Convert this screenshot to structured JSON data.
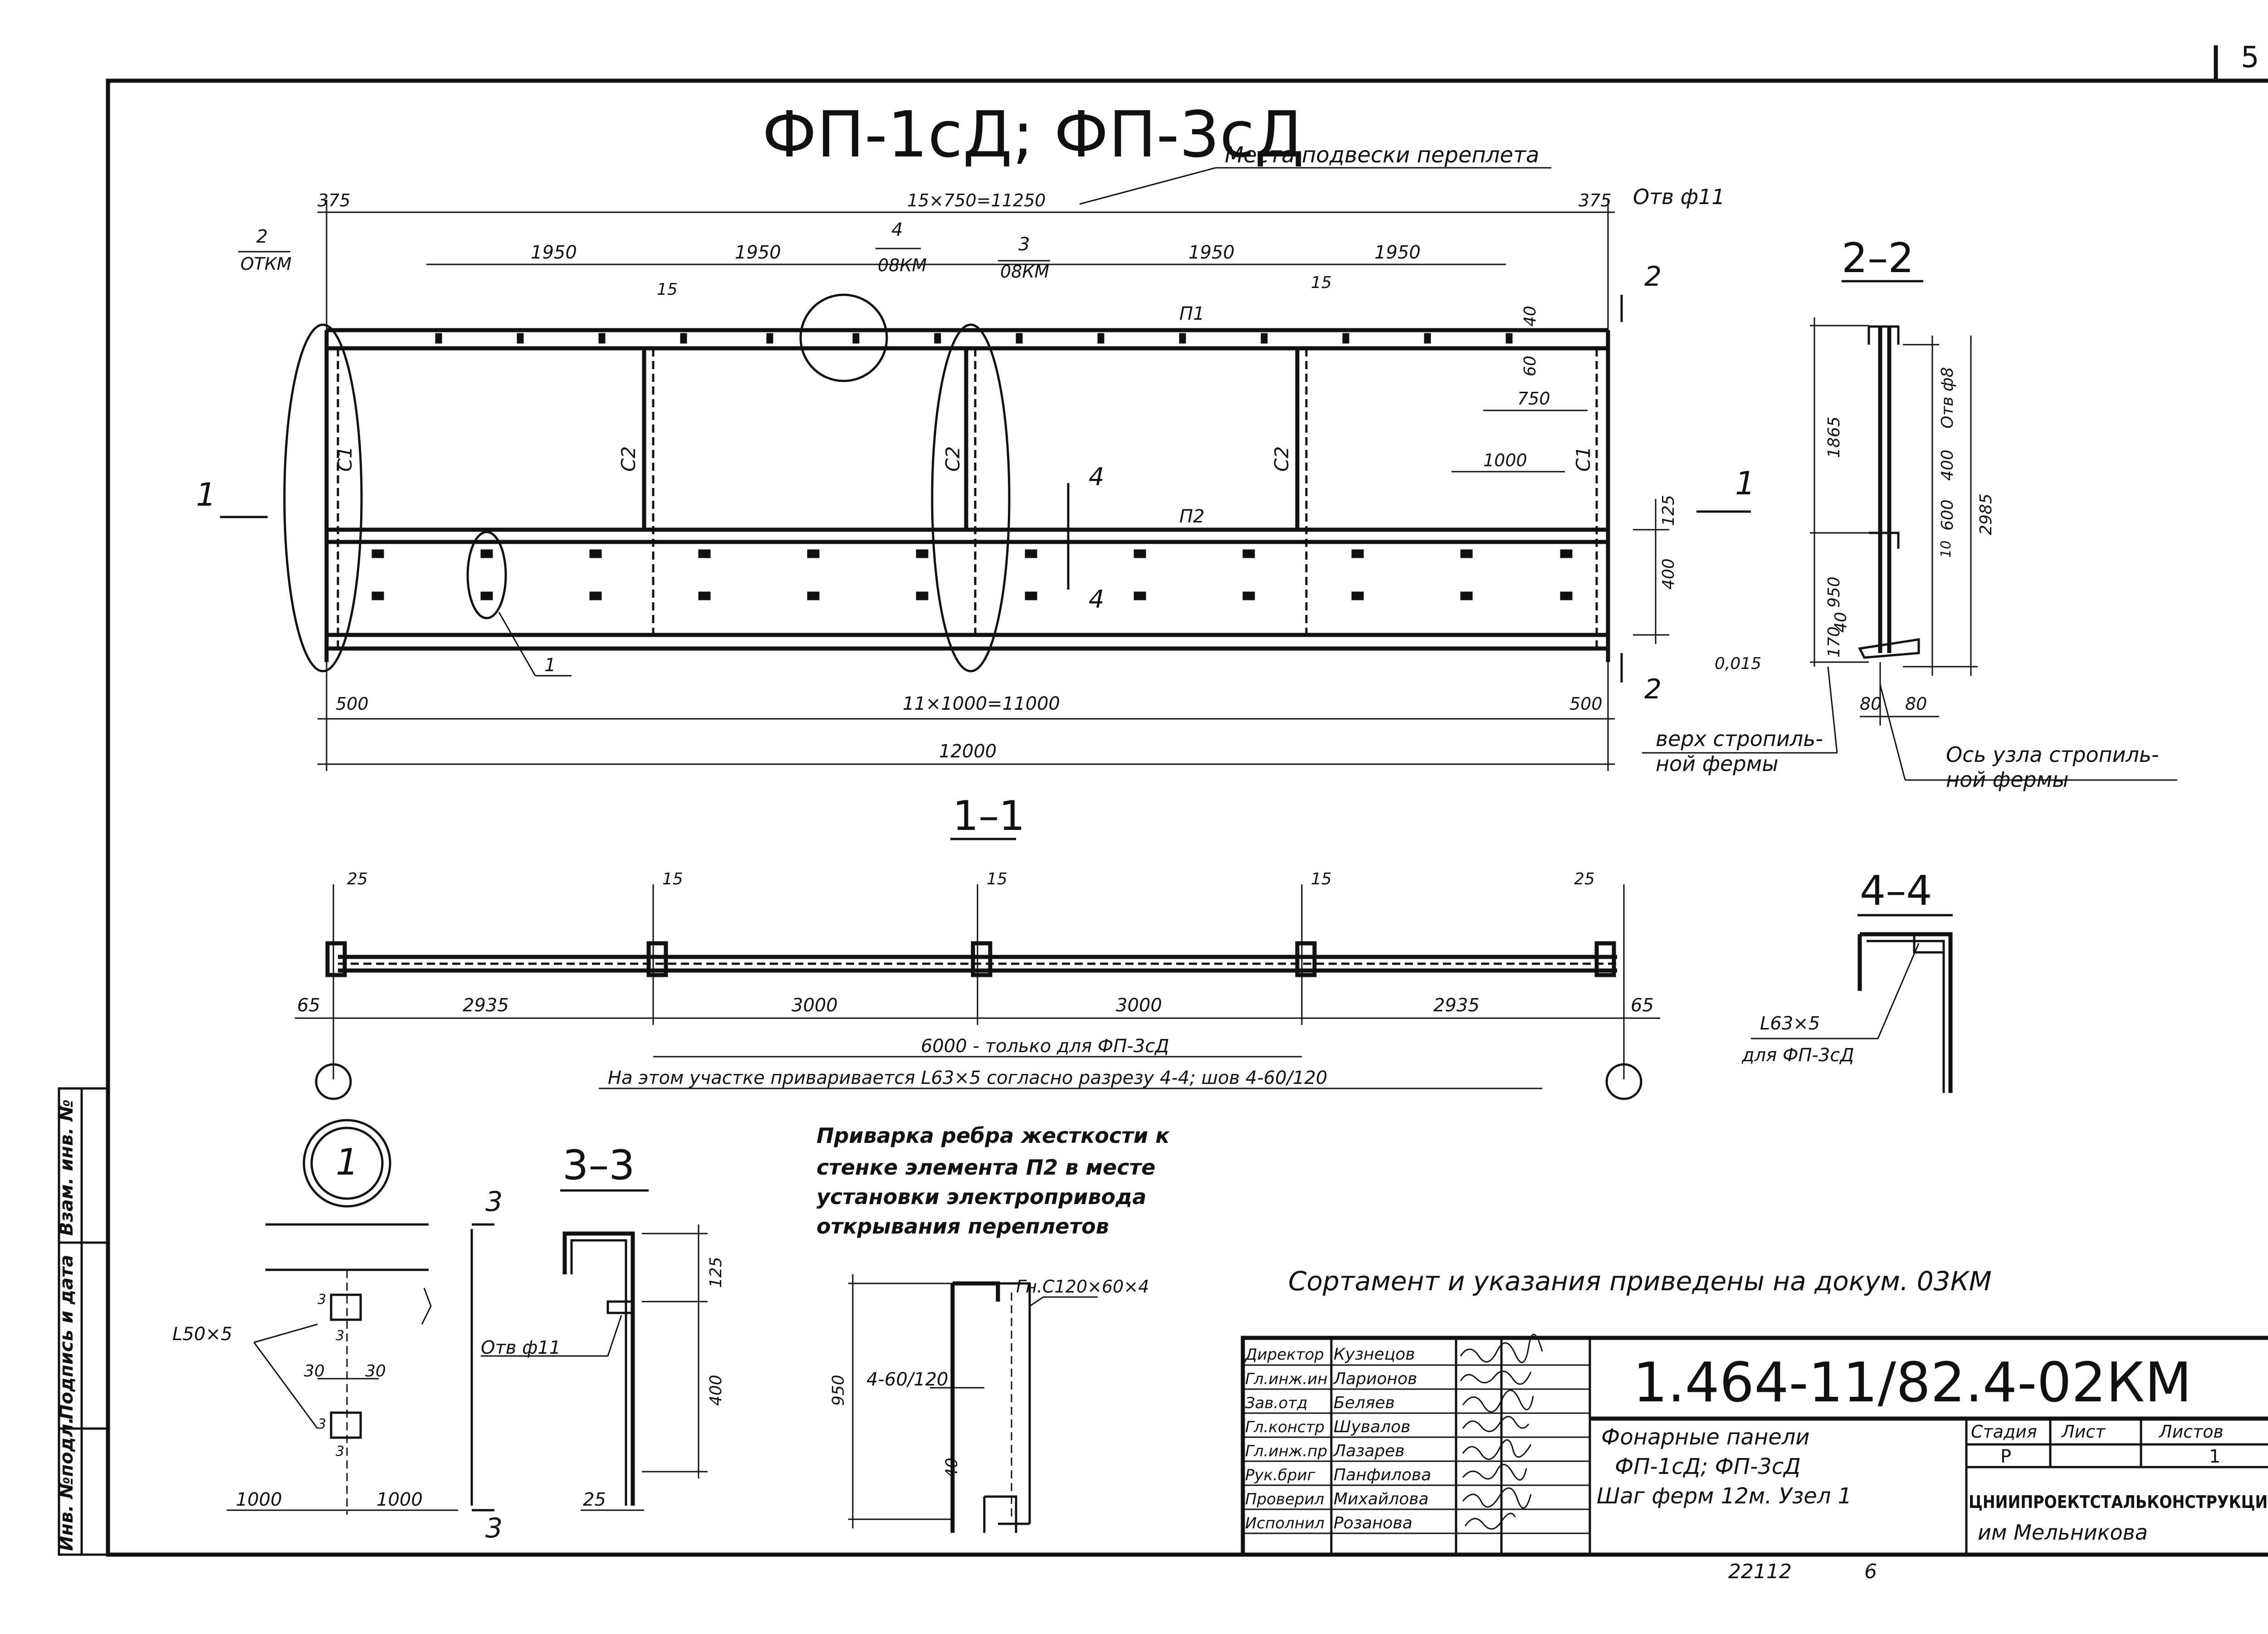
{
  "sheet": {
    "page_number": "5",
    "title": "ФП-1сД; ФП-3сД",
    "hanging_points_label": "Места подвески переплета",
    "hole_label_top": "Отв ф11",
    "callout_2": {
      "num": "2",
      "doc": "ОТКМ"
    },
    "callout_4": {
      "num": "4",
      "doc": "08КМ"
    },
    "callout_3": {
      "num": "3",
      "doc": "08КМ"
    },
    "callout_1": "1",
    "elevation_dims": {
      "top_total": "15×750=11250",
      "left_offset": "375",
      "right_offset": "375",
      "spans": [
        "1950",
        "1950",
        "1950",
        "1950"
      ],
      "gap_15_a": "15",
      "gap_15_b": "15",
      "dim_40": "40",
      "dim_60": "60",
      "dim_750": "750",
      "dim_1000": "1000",
      "dim_125": "125",
      "dim_400": "400",
      "bottom_500_left": "500",
      "bottom_500_right": "500",
      "bottom_mid": "11×1000=11000",
      "overall": "12000",
      "slope": "0,015"
    },
    "element_labels": {
      "p1": "П1",
      "p2": "П2",
      "c1": "С1",
      "c2": "С2"
    },
    "section_marks": {
      "s1": "1",
      "s2": "2",
      "s4": "4"
    },
    "notes_right": {
      "top_truss": "верх стропиль-\nной фермы",
      "truss_axis": "Ось узла стропиль-\nной фермы"
    },
    "section_2_2": {
      "title": "2–2",
      "hole": "Отв ф8",
      "dims": [
        "1865",
        "400",
        "600",
        "2985",
        "10",
        "950",
        "40",
        "170",
        "80",
        "80"
      ]
    },
    "section_1_1": {
      "title": "1–1",
      "dims_top": [
        "25",
        "15",
        "15",
        "15",
        "25"
      ],
      "dims_bottom": [
        "65",
        "2935",
        "3000",
        "3000",
        "2935",
        "65"
      ],
      "only_for": "6000 - только для ФП-3сД",
      "note": "На этом участке приваривается L63×5 согласно разрезу 4-4; шов 4-60/120"
    },
    "section_4_4": {
      "title": "4–4",
      "angle": "L63×5",
      "for": "для ФП-3сД"
    },
    "node_1": {
      "label": "1",
      "angle": "L50×5",
      "dims": [
        "30",
        "30",
        "1000",
        "1000"
      ],
      "weld_marks": [
        "3",
        "3",
        "3",
        "3"
      ]
    },
    "section_3_3": {
      "title": "3–3",
      "hole": "Отв ф11",
      "dims": [
        "125",
        "400",
        "25"
      ],
      "cut": "3"
    },
    "stiffener_note": "Приварка ребра жесткости к стенке элемента П2 в месте установки электропривода открывания переплетов",
    "stiffener_detail": {
      "profile": "Гн.С120×60×4",
      "weld": "4-60/120",
      "dims": [
        "950",
        "40"
      ]
    },
    "reference_note": "Сортамент и указания приведены на докум. 03КМ"
  },
  "left_strip": [
    "Инв. №подл.",
    "Подпись и дата",
    "Взам. инв. №"
  ],
  "title_block": {
    "code": "1.464-11/82.4-02КМ",
    "description": [
      "Фонарные панели",
      "ФП-1сД; ФП-3сД",
      "Шаг ферм 12м. Узел 1"
    ],
    "stage_headers": [
      "Стадия",
      "Лист",
      "Листов"
    ],
    "stage_values": [
      "Р",
      "",
      "1"
    ],
    "org": "ЦНИИПРОЕКТСТАЛЬКОНСТРУКЦИЯ",
    "org_sub": "им Мельникова",
    "signatures": [
      {
        "role": "Директор",
        "name": "Кузнецов"
      },
      {
        "role": "Гл.инж.ин",
        "name": "Ларионов"
      },
      {
        "role": "Зав.отд",
        "name": "Беляев"
      },
      {
        "role": "Гл.констр",
        "name": "Шувалов"
      },
      {
        "role": "Гл.инж.пр",
        "name": "Лазарев"
      },
      {
        "role": "Рук.бриг",
        "name": "Панфилова"
      },
      {
        "role": "Проверил",
        "name": "Михайлова"
      },
      {
        "role": "Исполнил",
        "name": "Розанова"
      }
    ],
    "footer_numbers": [
      "22112",
      "6"
    ]
  }
}
